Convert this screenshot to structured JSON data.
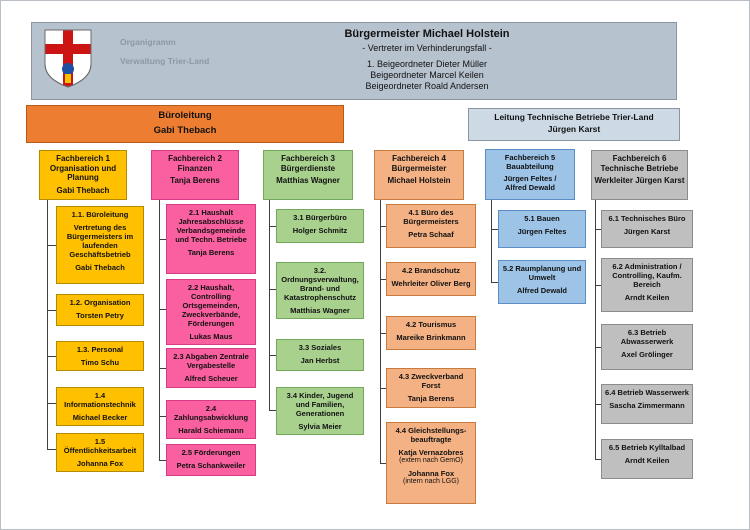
{
  "branding": {
    "label": "Organigramm",
    "sublabel": "Verwaltung Trier-Land",
    "logo": "trier-land-coat-of-arms"
  },
  "header": {
    "title": "Bürgermeister Michael Holstein",
    "note": "- Vertreter im Verhinderungsfall -",
    "deputies": [
      "1. Beigeordneter Dieter Müller",
      "Beigeordneter Marcel Keilen",
      "Beigeordneter Roald Andersen"
    ]
  },
  "leadership": {
    "bueroleitung": {
      "title": "Büroleitung",
      "person": "Gabi Thebach"
    },
    "technische_betriebe": {
      "title": "Leitung Technische Betriebe Trier-Land",
      "person": "Jürgen Karst"
    }
  },
  "colors": {
    "header_fill": "#b7c2cf",
    "bueroleitung_fill": "#ED7D31",
    "technische_betriebe_fill": "#CDD9E5",
    "fb1": "#FFC000",
    "fb2": "#FA609F",
    "fb3": "#A9D18E",
    "fb4": "#F4B183",
    "fb5": "#9DC3E6",
    "fb6": "#BFBFBF"
  },
  "departments": [
    {
      "name": "Fachbereich 1",
      "header": [
        "Fachbereich 1",
        "Organisation und Planung",
        "Gabi Thebach"
      ],
      "units": [
        {
          "lines": [
            "1.1. Büroleitung",
            "Vertretung des Bürgermeisters im laufenden Geschäftsbetrieb",
            "Gabi Thebach"
          ]
        },
        {
          "lines": [
            "1.2. Organisation",
            "Torsten Petry"
          ]
        },
        {
          "lines": [
            "1.3. Personal",
            "Timo Schu"
          ]
        },
        {
          "lines": [
            "1.4 Informationstechnik",
            "Michael Becker"
          ]
        },
        {
          "lines": [
            "1.5 Öffentlichkeitsarbeit",
            "Johanna Fox"
          ]
        }
      ]
    },
    {
      "name": "Fachbereich 2",
      "header": [
        "Fachbereich 2",
        "Finanzen",
        "Tanja Berens"
      ],
      "units": [
        {
          "lines": [
            "2.1 Haushalt Jahresabschlüsse Verbandsgemeinde und Techn. Betriebe",
            "Tanja Berens"
          ]
        },
        {
          "lines": [
            "2.2 Haushalt, Controlling Ortsgemeinden, Zweckverbände, Förderungen",
            "Lukas Maus"
          ]
        },
        {
          "lines": [
            "2.3 Abgaben Zentrale Vergabestelle",
            "Alfred Scheuer"
          ]
        },
        {
          "lines": [
            "2.4 Zahlungsabwicklung",
            "Harald Schiemann"
          ]
        },
        {
          "lines": [
            "2.5 Förderungen",
            "Petra Schankweiler"
          ]
        }
      ]
    },
    {
      "name": "Fachbereich 3",
      "header": [
        "Fachbereich 3",
        "Bürgerdienste",
        "Matthias Wagner"
      ],
      "units": [
        {
          "lines": [
            "3.1 Bürgerbüro",
            "Holger Schmitz"
          ]
        },
        {
          "lines": [
            "3.2. Ordnungsverwaltung, Brand- und Katastrophenschutz",
            "Matthias Wagner"
          ]
        },
        {
          "lines": [
            "3.3 Soziales",
            "Jan Herbst"
          ]
        },
        {
          "lines": [
            "3.4 Kinder, Jugend und Familien, Generationen",
            "Sylvia Meier"
          ]
        }
      ]
    },
    {
      "name": "Fachbereich 4",
      "header": [
        "Fachbereich 4",
        "Bürgermeister",
        "Michael Holstein"
      ],
      "units": [
        {
          "lines": [
            "4.1 Büro des Bürgermeisters",
            "Petra Schaaf"
          ]
        },
        {
          "lines": [
            "4.2 Brandschutz",
            "Wehrleiter Oliver Berg"
          ]
        },
        {
          "lines": [
            "4.2 Tourismus",
            "Mareike Brinkmann"
          ]
        },
        {
          "lines": [
            "4.3 Zweckverband Forst",
            "Tanja Berens"
          ]
        },
        {
          "lines": [
            "4.4 Gleichstellungs-beauftragte",
            "Katja Vernazobres",
            "(extern nach GemO)",
            "Johanna Fox",
            "(intern nach LGG)"
          ]
        }
      ]
    },
    {
      "name": "Fachbereich 5",
      "header": [
        "Fachbereich 5",
        "Bauabteilung",
        "Jürgen Feltes /",
        "Alfred Dewald"
      ],
      "units": [
        {
          "lines": [
            "5.1 Bauen",
            "Jürgen Feltes"
          ]
        },
        {
          "lines": [
            "5.2 Raumplanung und Umwelt",
            "Alfred Dewald"
          ]
        }
      ]
    },
    {
      "name": "Fachbereich 6",
      "header": [
        "Fachbereich 6",
        "Technische Betriebe",
        "Werkleiter Jürgen Karst"
      ],
      "units": [
        {
          "lines": [
            "6.1 Technisches Büro",
            "Jürgen Karst"
          ]
        },
        {
          "lines": [
            "6.2 Administration / Controlling, Kaufm. Bereich",
            "Arndt Keilen"
          ]
        },
        {
          "lines": [
            "6.3 Betrieb Abwasserwerk",
            "Axel Grölinger"
          ]
        },
        {
          "lines": [
            "6.4 Betrieb Wasserwerk",
            "Sascha Zimmermann"
          ]
        },
        {
          "lines": [
            "6.5 Betrieb Kylltalbad",
            "Arndt Keilen"
          ]
        }
      ]
    }
  ]
}
